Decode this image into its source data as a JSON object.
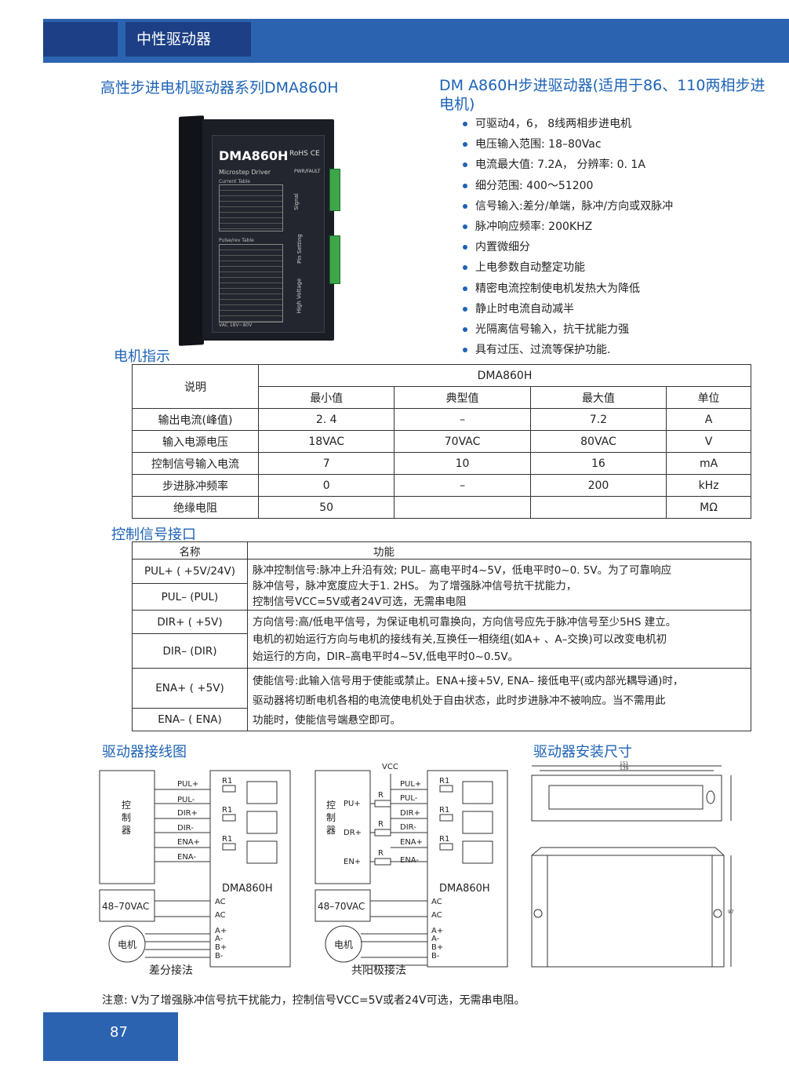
{
  "header": {
    "section_label": "中性驱动器"
  },
  "left_title": "高性步进电机驱动器系列DMA860H",
  "right_title": "DM A860H步进驱动器(适用于86、110两相步进电机)",
  "device": {
    "model": "DMA860H",
    "rohs": "RoHS CE",
    "subtitle": "Microstep  Driver",
    "pwr": "PWR/FAULT",
    "current_table": "Current Table",
    "pulse_table": "Pulse/rev Table",
    "signal": "Signal",
    "setting": "Pin Setting",
    "hv": "High Voltage",
    "vac": "VAC  18V~80V"
  },
  "features": [
    "可驱动4，6， 8线两相步进电机",
    "电压输入范围: 18–80Vac",
    "电流最大值: 7.2A， 分辨率: 0. 1A",
    "细分范围: 400～51200",
    "信号输入:差分/单端，脉冲/方向或双脉冲",
    "脉冲响应频率: 200KHZ",
    "内置微细分",
    "上电参数自动整定功能",
    "精密电流控制使电机发热大为降低",
    "静止时电流自动减半",
    "光隔离信号输入，抗干扰能力强",
    "具有过压、过流等保护功能."
  ],
  "motor_spec": {
    "section": "电机指示",
    "desc": "说明",
    "model": "DMA860H",
    "cols": [
      "最小值",
      "典型值",
      "最大值",
      "单位"
    ],
    "rows": [
      {
        "name": "输出电流(峰值)",
        "min": "2. 4",
        "typ": "–",
        "max": "7.2",
        "unit": "A"
      },
      {
        "name": "输入电源电压",
        "min": "18VAC",
        "typ": "70VAC",
        "max": "80VAC",
        "unit": "V"
      },
      {
        "name": "控制信号输入电流",
        "min": "7",
        "typ": "10",
        "max": "16",
        "unit": "mA"
      },
      {
        "name": "步进脉冲频率",
        "min": "0",
        "typ": "–",
        "max": "200",
        "unit": "kHz"
      },
      {
        "name": "绝缘电阻",
        "min": "50",
        "typ": "",
        "max": "",
        "unit": "MΩ"
      }
    ]
  },
  "signal_if": {
    "section": "控制信号接口",
    "col_name": "名称",
    "col_func": "功能",
    "pul_plus": "PUL+ ( +5V/24V)",
    "pul_minus": "PUL– (PUL)",
    "pul_text": [
      "脉冲控制信号:脉冲上升沿有效; PUL– 高电平时4~5V，低电平时0~0. 5V。为了可靠响应",
      "脉冲信号，脉冲宽度应大于1. 2HS。 为了增强脉冲信号抗干扰能力，",
      "控制信号VCC=5V或者24V可选，无需串电阻"
    ],
    "dir_plus": "DIR+ ( +5V)",
    "dir_minus": "DIR– (DIR)",
    "dir_text": [
      "方向信号:高/低电平信号，为保证电机可靠换向，方向信号应先于脉冲信号至少5HS 建立。",
      "电机的初始运行方向与电机的接线有关,互换任一相绕组(如A+ 、A–交换)可以改变电机初",
      "始运行的方向，DIR–高电平时4~5V,低电平时0~0.5V。"
    ],
    "ena_plus": "ENA+ ( +5V)",
    "ena_minus": "ENA– ( ENA)",
    "ena_text": [
      "使能信号:此输入信号用于使能或禁止。ENA+接+5V, ENA– 接低电平(或内部光耦导通)时，",
      "驱动器将切断电机各相的电流使电机处于自由状态，此时步进脉冲不被响应。当不需用此",
      "功能时，使能信号端悬空即可。"
    ]
  },
  "wiring": {
    "section": "驱动器接线图",
    "controller": "控\n制\n器",
    "pins": [
      "PUL+",
      "PUL-",
      "DIR+",
      "DIR-",
      "ENA+",
      "ENA-"
    ],
    "r1": "R1",
    "r": "R",
    "vcc": "VCC",
    "left_in": [
      "PU+",
      "DR+",
      "EN+"
    ],
    "model": "DMA860H",
    "power": "48–70VAC",
    "ac": "AC",
    "motor": "电机",
    "phases": [
      "A+",
      "A-",
      "B+",
      "B-"
    ],
    "caption_diff": "差分接法",
    "caption_common": "共阳极接法"
  },
  "install": {
    "section": "驱动器安装尺寸",
    "dim1": "151",
    "dim2": "139",
    "dim3": "97"
  },
  "note": "注意: V为了增强脉冲信号抗干扰能力，控制信号VCC=5V或者24V可选，无需串电阻。",
  "page_number": "87"
}
